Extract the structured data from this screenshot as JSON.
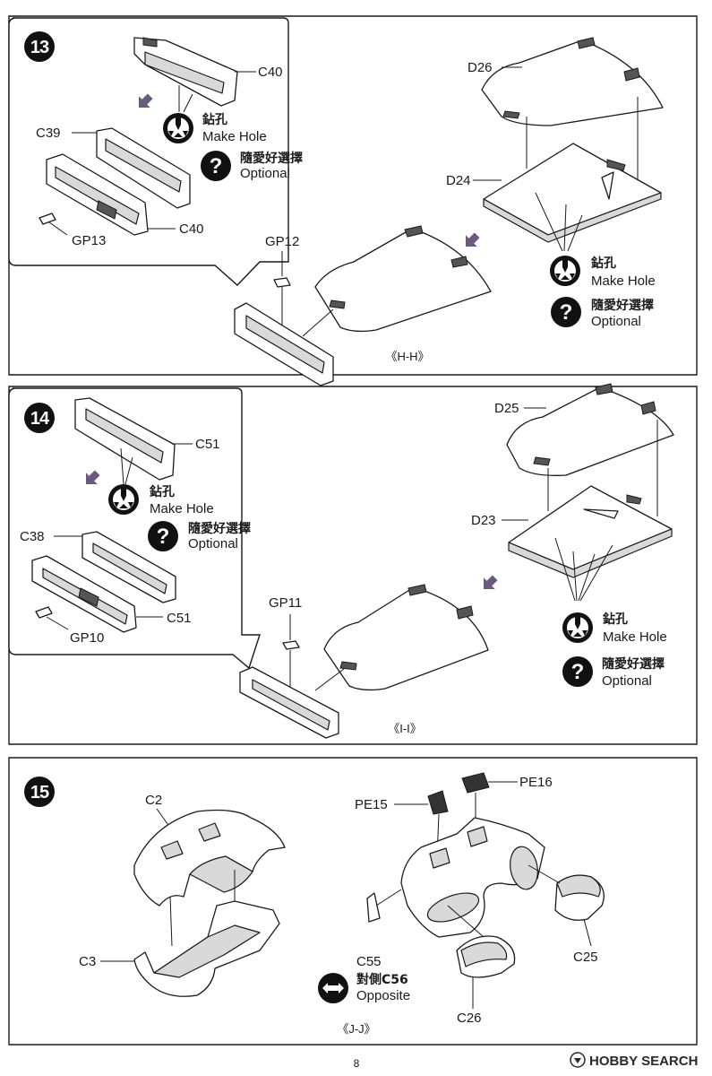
{
  "steps": [
    {
      "number": "13",
      "parts": {
        "c40_top": "C40",
        "c39": "C39",
        "c40_bottom": "C40",
        "gp13": "GP13",
        "gp12": "GP12",
        "d26": "D26",
        "d24": "D24"
      },
      "make_hole_cn": "鉆孔",
      "make_hole_en": "Make Hole",
      "optional_cn": "隨愛好選擇",
      "optional_en": "Optional",
      "section": "《H-H》"
    },
    {
      "number": "14",
      "parts": {
        "c51_top": "C51",
        "c38": "C38",
        "c51_bottom": "C51",
        "gp10": "GP10",
        "gp11": "GP11",
        "d25": "D25",
        "d23": "D23"
      },
      "make_hole_cn": "鉆孔",
      "make_hole_en": "Make Hole",
      "optional_cn": "隨愛好選擇",
      "optional_en": "Optional",
      "section": "《I-I》"
    },
    {
      "number": "15",
      "parts": {
        "c2": "C2",
        "c3": "C3",
        "pe15": "PE15",
        "pe16": "PE16",
        "c55": "C55",
        "c25": "C25",
        "c26": "C26"
      },
      "opposite_cn": "對側C56",
      "opposite_en": "Opposite",
      "section": "《J-J》"
    }
  ],
  "page_number": "8",
  "watermark": "HOBBY SEARCH",
  "icons": {
    "step_badge": "black-circle-number",
    "make_hole": "drill-hole-icon",
    "optional": "question-mark-icon",
    "opposite": "double-arrow-icon",
    "direction": "purple-arrow-icon"
  },
  "colors": {
    "ink": "#1a1a1a",
    "arrow": "#6b5a7e"
  }
}
